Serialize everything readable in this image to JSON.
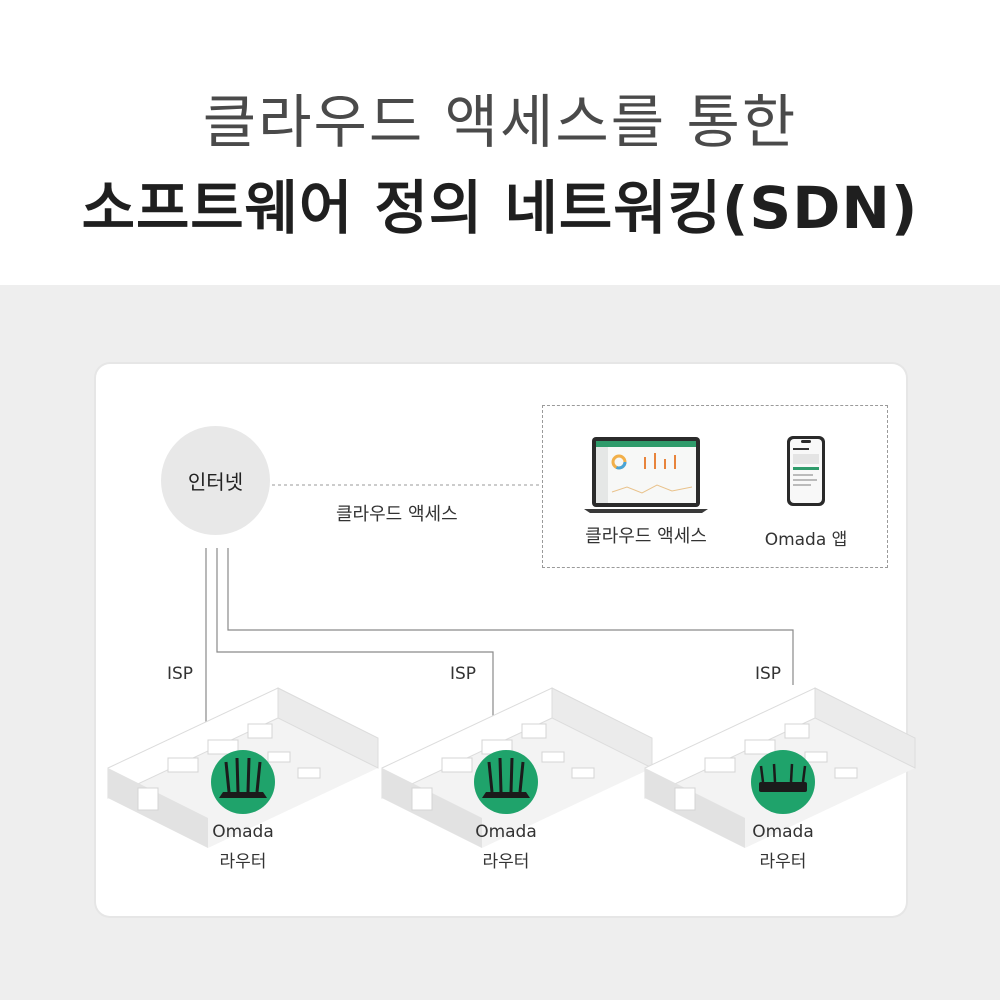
{
  "header": {
    "title_line1": "클라우드 액세스를 통한",
    "title_line2": "소프트웨어 정의 네트워킹(SDN)"
  },
  "diagram": {
    "internet_label": "인터넷",
    "cloud_access_link_label": "클라우드 액세스",
    "cloud_box": {
      "laptop_label": "클라우드 액세스",
      "phone_label": "Omada 앱"
    },
    "sites": [
      {
        "isp_label": "ISP",
        "router_name": "Omada",
        "router_type": "라우터"
      },
      {
        "isp_label": "ISP",
        "router_name": "Omada",
        "router_type": "라우터"
      },
      {
        "isp_label": "ISP",
        "router_name": "Omada",
        "router_type": "라우터"
      }
    ],
    "colors": {
      "router_badge": "#1fa36b",
      "line": "#8a8a8a",
      "background": "#eeeeee"
    }
  }
}
